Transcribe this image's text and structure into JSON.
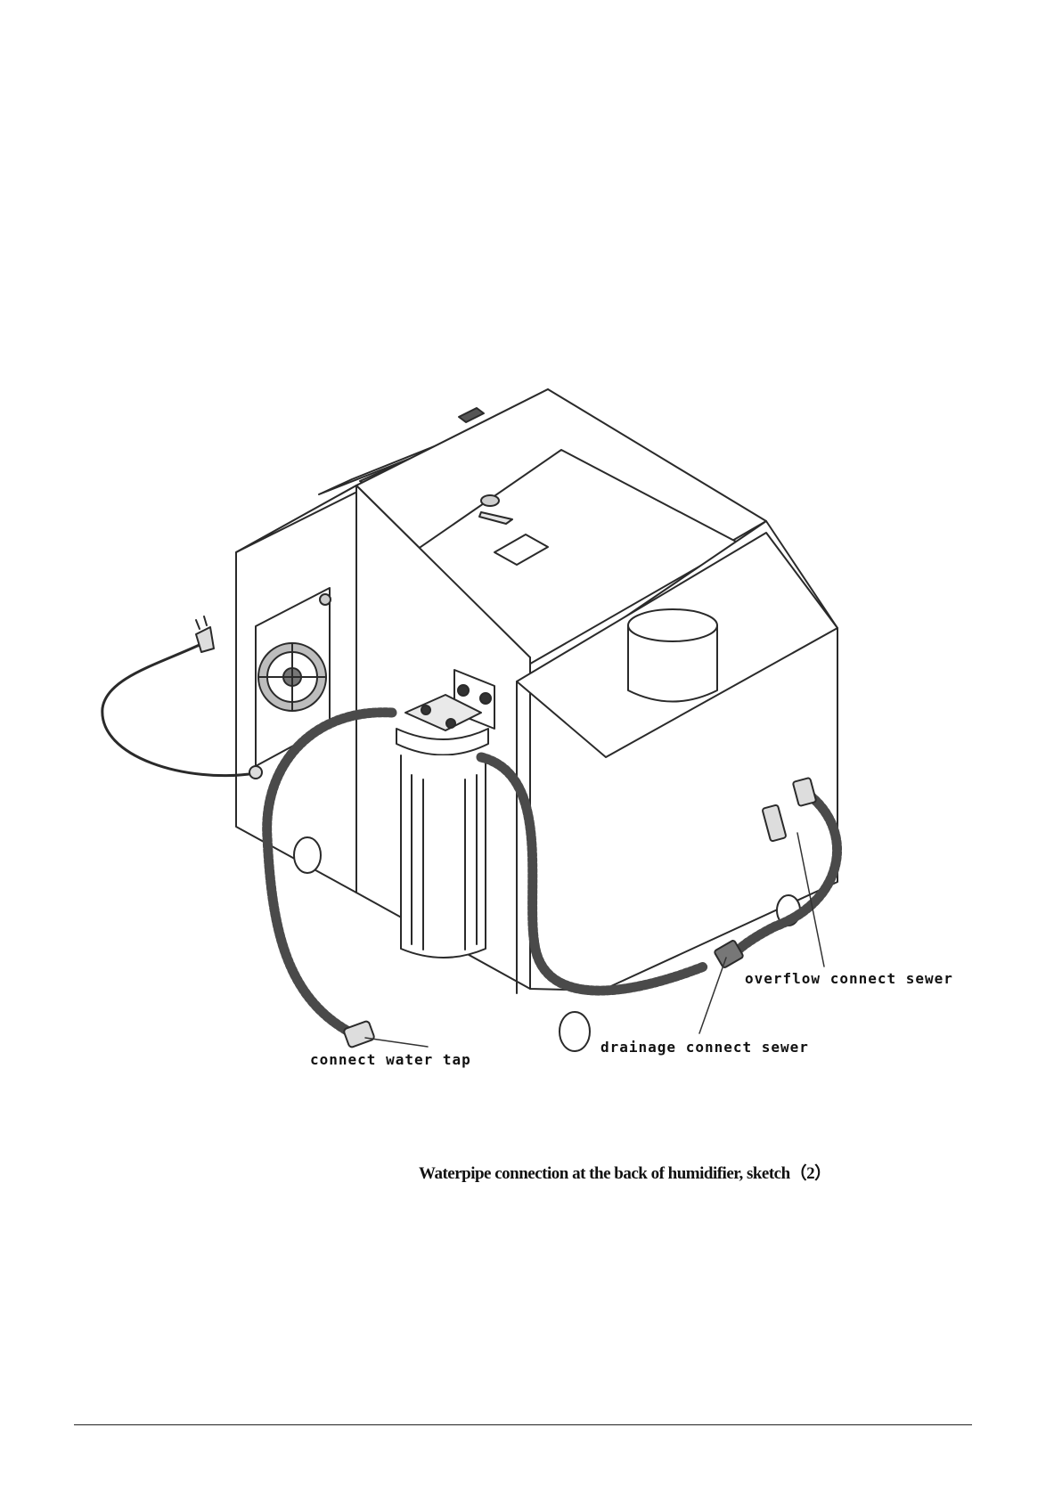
{
  "labels": {
    "water_tap": "connect water tap",
    "drainage": "drainage connect sewer",
    "overflow": "overflow connect sewer"
  },
  "caption": "Waterpipe connection at the  back of humidifier,  sketch（2）"
}
